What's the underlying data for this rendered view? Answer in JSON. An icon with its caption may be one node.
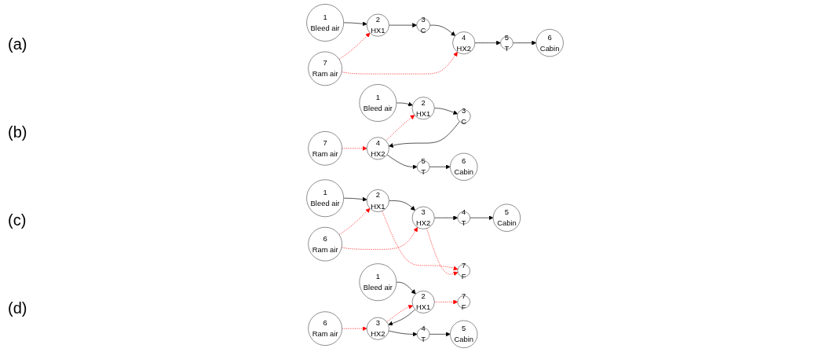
{
  "diagram": {
    "nodes": [
      {
        "text": [
          "7",
          "Ram air"
        ]
      },
      {
        "text": [
          "1",
          "Bleed air"
        ]
      },
      {
        "text": [
          "2",
          "HX1"
        ]
      },
      {
        "text": [
          "3",
          "C"
        ]
      },
      {
        "text": [
          "4",
          "HX2"
        ]
      },
      {
        "text": [
          "5",
          "T"
        ]
      },
      {
        "text": [
          "6",
          "Cabin"
        ]
      },
      {
        "text": [
          "7",
          "Ram air"
        ]
      },
      {
        "text": [
          "1",
          "Bleed air"
        ]
      },
      {
        "text": [
          "2",
          "HX1"
        ]
      },
      {
        "text": [
          "3",
          "C"
        ]
      },
      {
        "text": [
          "4",
          "HX2"
        ]
      },
      {
        "text": [
          "5",
          "T"
        ]
      },
      {
        "text": [
          "6",
          "Cabin"
        ]
      },
      {
        "text": [
          "6",
          "Ram air"
        ]
      },
      {
        "text": [
          "1",
          "Bleed air"
        ]
      },
      {
        "text": [
          "2",
          "HX1"
        ]
      },
      {
        "text": [
          "3",
          "HX2"
        ]
      },
      {
        "text": [
          "4",
          "T"
        ]
      },
      {
        "text": [
          "5",
          "Cabin"
        ]
      },
      {
        "text": [
          "7",
          "F"
        ]
      },
      {
        "text": [
          "7",
          "F"
        ]
      },
      {
        "text": [
          "6",
          "Ram air"
        ]
      },
      {
        "text": [
          "1",
          "Bleed air"
        ]
      },
      {
        "text": [
          "2",
          "HX1"
        ]
      },
      {
        "text": [
          "3",
          "HX2"
        ]
      },
      {
        "text": [
          "4",
          "T"
        ]
      },
      {
        "text": [
          "5",
          "Cabin"
        ]
      }
    ],
    "edges": [
      {
        "from": 1,
        "to": 2,
        "arrow": "to"
      },
      {
        "from": 2,
        "to": 3,
        "arrow": "to"
      },
      {
        "from": 3,
        "to": 4,
        "arrow": "to"
      },
      {
        "from": 4,
        "to": 5,
        "arrow": "to"
      },
      {
        "from": 5,
        "to": 6,
        "arrow": "to"
      },
      {
        "from": 0,
        "to": 2,
        "arrow": "to",
        "style": "dashed",
        "color": "#ff0000"
      },
      {
        "from": 0,
        "to": 4,
        "arrow": "to",
        "style": "dashed",
        "color": "#ff0000"
      },
      {
        "from": 8,
        "to": 9,
        "arrow": "to"
      },
      {
        "from": 9,
        "to": 10,
        "arrow": "to"
      },
      {
        "from": 10,
        "to": 11,
        "arrow": "to"
      },
      {
        "from": 11,
        "to": 12,
        "arrow": "to"
      },
      {
        "from": 12,
        "to": 13,
        "arrow": "to"
      },
      {
        "from": 7,
        "to": 11,
        "arrow": "to",
        "style": "dashed",
        "color": "#ff0000"
      },
      {
        "from": 11,
        "to": 9,
        "arrow": "to",
        "style": "dashed",
        "color": "#ff0000"
      },
      {
        "from": 15,
        "to": 16,
        "arrow": "to"
      },
      {
        "from": 16,
        "to": 17,
        "arrow": "to"
      },
      {
        "from": 17,
        "to": 18,
        "arrow": "to"
      },
      {
        "from": 18,
        "to": 19,
        "arrow": "to"
      },
      {
        "from": 14,
        "to": 16,
        "arrow": "to",
        "style": "dashed",
        "color": "#ff0000"
      },
      {
        "from": 14,
        "to": 17,
        "arrow": "to",
        "style": "dashed",
        "color": "#ff0000"
      },
      {
        "from": 16,
        "to": 20,
        "arrow": "to",
        "style": "dashed",
        "color": "#ff0000"
      },
      {
        "from": 17,
        "to": 20,
        "arrow": "to",
        "style": "dashed",
        "color": "#ff0000"
      },
      {
        "from": 23,
        "to": 24,
        "arrow": "to"
      },
      {
        "from": 24,
        "to": 25,
        "arrow": "to"
      },
      {
        "from": 25,
        "to": 26,
        "arrow": "to"
      },
      {
        "from": 26,
        "to": 27,
        "arrow": "to"
      },
      {
        "from": 24,
        "to": 21,
        "arrow": "to",
        "style": "dashed",
        "color": "#ff0000"
      },
      {
        "from": 22,
        "to": 25,
        "arrow": "to",
        "style": "dashed",
        "color": "#ff0000"
      },
      {
        "from": 25,
        "to": 24,
        "arrow": "to",
        "style": "dashed",
        "color": "#ff0000"
      }
    ],
    "labels": [
      "(a)",
      "(b)",
      "(c)",
      "(d)"
    ]
  }
}
